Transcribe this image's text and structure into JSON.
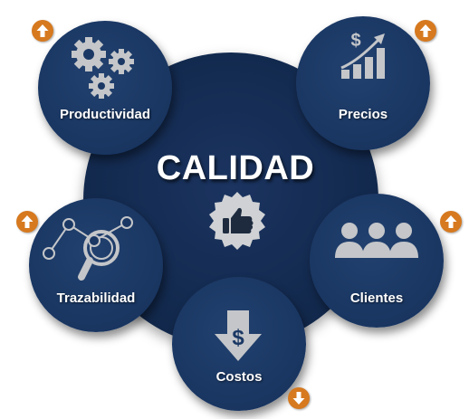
{
  "center": {
    "title": "CALIDAD",
    "icon": "thumbs-up-seal-icon"
  },
  "nodes": [
    {
      "id": "productividad",
      "label": "Productividad",
      "icon": "gears-icon",
      "trend": "up"
    },
    {
      "id": "precios",
      "label": "Precios",
      "icon": "bar-chart-dollar-icon",
      "trend": "up"
    },
    {
      "id": "clientes",
      "label": "Clientes",
      "icon": "people-group-icon",
      "trend": "up"
    },
    {
      "id": "costos",
      "label": "Costos",
      "icon": "dollar-down-arrow-icon",
      "trend": "down"
    },
    {
      "id": "trazabilidad",
      "label": "Trazabilidad",
      "icon": "network-magnifier-icon",
      "trend": "up"
    }
  ],
  "colors": {
    "circle_fill": "#1b3864",
    "hub_fill": "#132a4f",
    "badge": "#d6791f",
    "icon_gray": "#c4c6c9",
    "text": "#ffffff"
  }
}
